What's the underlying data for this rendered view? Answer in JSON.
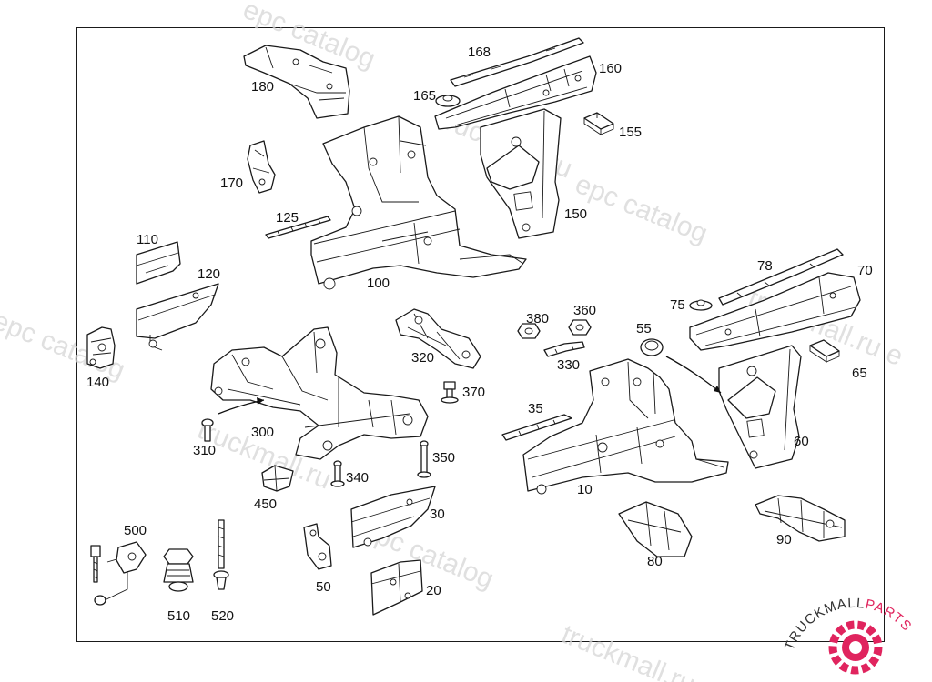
{
  "parts": [
    {
      "id": "p180",
      "label": "180"
    },
    {
      "id": "p168",
      "label": "168"
    },
    {
      "id": "p160",
      "label": "160"
    },
    {
      "id": "p165",
      "label": "165"
    },
    {
      "id": "p155",
      "label": "155"
    },
    {
      "id": "p170",
      "label": "170"
    },
    {
      "id": "p150",
      "label": "150"
    },
    {
      "id": "p125",
      "label": "125"
    },
    {
      "id": "p100",
      "label": "100"
    },
    {
      "id": "p110",
      "label": "110"
    },
    {
      "id": "p120",
      "label": "120"
    },
    {
      "id": "p78",
      "label": "78"
    },
    {
      "id": "p70",
      "label": "70"
    },
    {
      "id": "p75",
      "label": "75"
    },
    {
      "id": "p65",
      "label": "65"
    },
    {
      "id": "p380",
      "label": "380"
    },
    {
      "id": "p360",
      "label": "360"
    },
    {
      "id": "p55",
      "label": "55"
    },
    {
      "id": "p320",
      "label": "320"
    },
    {
      "id": "p330",
      "label": "330"
    },
    {
      "id": "p370",
      "label": "370"
    },
    {
      "id": "p140",
      "label": "140"
    },
    {
      "id": "p300",
      "label": "300"
    },
    {
      "id": "p310",
      "label": "310"
    },
    {
      "id": "p35",
      "label": "35"
    },
    {
      "id": "p60",
      "label": "60"
    },
    {
      "id": "p350",
      "label": "350"
    },
    {
      "id": "p340",
      "label": "340"
    },
    {
      "id": "p10",
      "label": "10"
    },
    {
      "id": "p450",
      "label": "450"
    },
    {
      "id": "p30",
      "label": "30"
    },
    {
      "id": "p500",
      "label": "500"
    },
    {
      "id": "p80",
      "label": "80"
    },
    {
      "id": "p90",
      "label": "90"
    },
    {
      "id": "p50",
      "label": "50"
    },
    {
      "id": "p20",
      "label": "20"
    },
    {
      "id": "p510",
      "label": "510"
    },
    {
      "id": "p520",
      "label": "520"
    }
  ],
  "watermarks": {
    "epc": "epc catalog",
    "truckmall": "truckmall.ru",
    "truckmall_short": "truckmall.ru e"
  },
  "logo": {
    "text_dark": "TRUCKMALL",
    "text_accent": "PARTS",
    "accent_color": "#e0245e",
    "dark_color": "#333333"
  }
}
